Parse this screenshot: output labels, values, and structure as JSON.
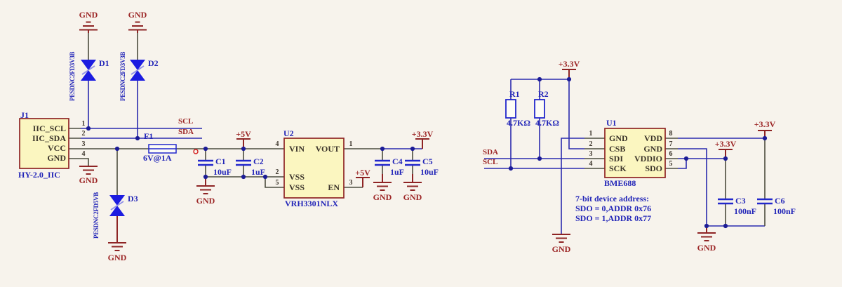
{
  "colors": {
    "background": "#f7f3ec",
    "wire_blue": "#2a2aae",
    "pin_dark": "#4c4c3e",
    "component_maroon": "#8e2424",
    "body_fill_yellow": "#fbf6c0",
    "designator_blue": "#2326b8",
    "power_text_maroon": "#9c2626",
    "diode_blue": "#1c1ce0"
  },
  "j1": {
    "designator": "J1",
    "part": "HY-2.0_IIC",
    "pins": [
      {
        "num": "1",
        "name": "IIC_SCL"
      },
      {
        "num": "2",
        "name": "IIC_SDA"
      },
      {
        "num": "3",
        "name": "VCC"
      },
      {
        "num": "4",
        "name": "GND"
      }
    ]
  },
  "d1": {
    "designator": "D1",
    "part": "PESDNC2FD3V3B"
  },
  "d2": {
    "designator": "D2",
    "part": "PESDNC2FD3V3B"
  },
  "d3": {
    "designator": "D3",
    "part": "PESDNC2FD5VB"
  },
  "f1": {
    "designator": "F1",
    "value": "6V@1A"
  },
  "c1": {
    "designator": "C1",
    "value": "10uF"
  },
  "c2": {
    "designator": "C2",
    "value": "1uF"
  },
  "c3": {
    "designator": "C3",
    "value": "100nF"
  },
  "c4": {
    "designator": "C4",
    "value": "1uF"
  },
  "c5": {
    "designator": "C5",
    "value": "10uF"
  },
  "c6": {
    "designator": "C6",
    "value": "100nF"
  },
  "r1": {
    "designator": "R1",
    "value": "4.7KΩ"
  },
  "r2": {
    "designator": "R2",
    "value": "4.7KΩ"
  },
  "u2": {
    "designator": "U2",
    "part": "VRH3301NLX",
    "pins": {
      "vin": {
        "num": "4",
        "name": "VIN"
      },
      "vout": {
        "num": "1",
        "name": "VOUT"
      },
      "vss_a": {
        "num": "2",
        "name": "VSS"
      },
      "vss_b": {
        "num": "5",
        "name": "VSS"
      },
      "en": {
        "num": "3",
        "name": "EN"
      }
    }
  },
  "u1": {
    "designator": "U1",
    "part": "BME688",
    "left_pins": [
      {
        "num": "1",
        "name": "GND"
      },
      {
        "num": "2",
        "name": "CSB"
      },
      {
        "num": "3",
        "name": "SDI"
      },
      {
        "num": "4",
        "name": "SCK"
      }
    ],
    "right_pins": [
      {
        "num": "8",
        "name": "VDD"
      },
      {
        "num": "7",
        "name": "GND"
      },
      {
        "num": "6",
        "name": "VDDIO"
      },
      {
        "num": "5",
        "name": "SDO"
      }
    ]
  },
  "nets": {
    "scl": "SCL",
    "sda": "SDA"
  },
  "power": {
    "p5v": "+5V",
    "p3v3": "+3.3V",
    "gnd": "GND"
  },
  "note": {
    "line1": "7-bit device address:",
    "line2": "SDO = 0,ADDR 0x76",
    "line3": "SDO = 1,ADDR 0x77"
  }
}
